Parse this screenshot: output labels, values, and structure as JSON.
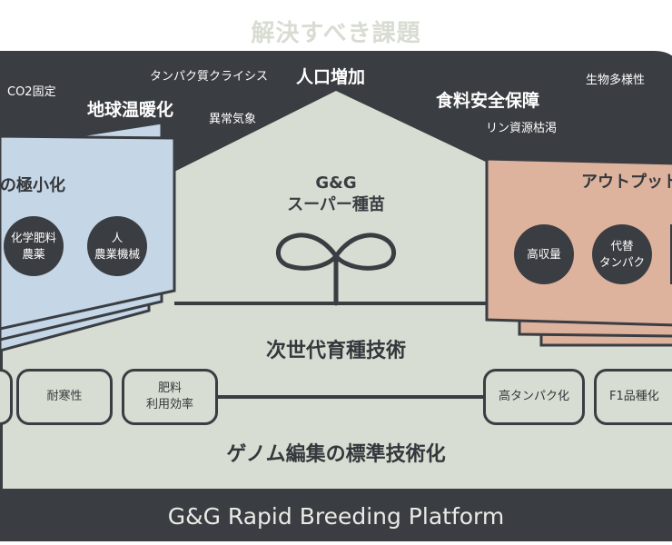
{
  "title": "解決すべき課題",
  "issues": {
    "co2": "CO2固定",
    "protein_crisis": "タンパク質クライシス",
    "population": "人口増加",
    "biodiversity": "生物多様性",
    "warming": "地球温暖化",
    "weather": "異常気象",
    "food_security": "食料安全保障",
    "phosphorus": "リン資源枯渇"
  },
  "left_panel": {
    "title": "の極小化",
    "circles": [
      "化学肥料\n農薬",
      "人\n農業機械"
    ]
  },
  "center": {
    "label": "G&G\nスーパー種苗"
  },
  "right_panel": {
    "title": "アウトプット",
    "circles": [
      "高収量",
      "代替\nタンパク"
    ]
  },
  "next_gen": "次世代育種技術",
  "traits": [
    "耐寒性",
    "肥料\n利用効率",
    "高タンパク化",
    "F1品種化"
  ],
  "genome": "ゲノム編集の標準技術化",
  "platform": "G&G Rapid Breeding Platform",
  "colors": {
    "dark": "#3a3d42",
    "sage": "#d7ddd2",
    "blue": "#c5d6e6",
    "salmon": "#deb39e"
  }
}
